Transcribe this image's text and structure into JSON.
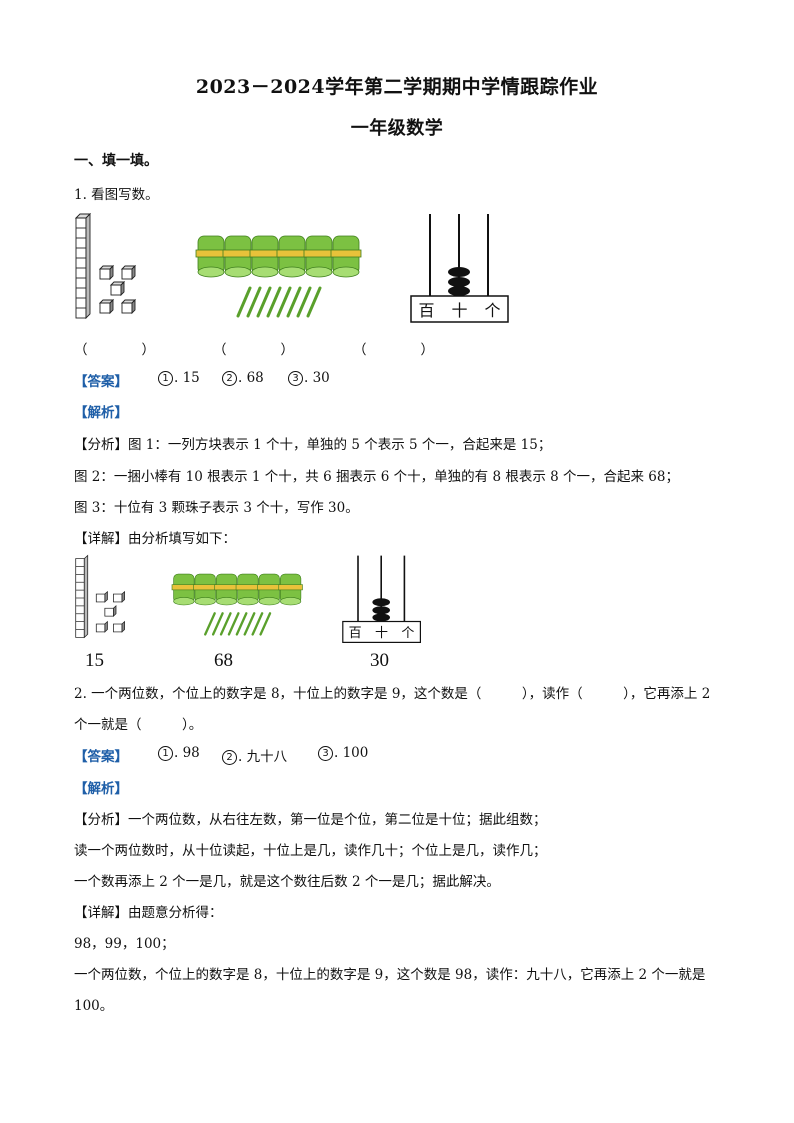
{
  "header": {
    "title": "2023－2024学年第二学期期中学情跟踪作业",
    "subtitle": "一年级数学"
  },
  "section1": {
    "heading": "一、填一填。"
  },
  "q1": {
    "stem": "1. 看图写数。",
    "blank": "（　　　　）",
    "abacus_labels": [
      "百",
      "十",
      "个"
    ],
    "answer_tag": "【答案】",
    "answers": [
      {
        "mark": "1",
        "value": ". 15"
      },
      {
        "mark": "2",
        "value": ". 68"
      },
      {
        "mark": "3",
        "value": ". 30"
      }
    ],
    "analysis_tag": "【解析】",
    "fenxi_tag": "【分析】",
    "fenxi_1": "图 1：一列方块表示 1 个十，单独的 5 个表示 5 个一，合起来是 15；",
    "fenxi_2": "图 2：一捆小棒有 10 根表示 1 个十，共 6 捆表示 6 个十，单独的有 8 根表示 8 个一，合起来 68；",
    "fenxi_3": "图 3：十位有 3 颗珠子表示 3 个十，写作 30。",
    "detail_tag": "【详解】",
    "detail_text": "由分析填写如下：",
    "filled_numbers": [
      "15",
      "68",
      "30"
    ],
    "blocks": {
      "tens": 1,
      "ones": 5
    },
    "sticks": {
      "bundles": 6,
      "singles": 8
    },
    "abacus": {
      "tens_beads": 3
    }
  },
  "q2": {
    "stem_1": "2. 一个两位数，个位上的数字是 8，十位上的数字是 9，这个数是（　　　），读作（　　　），它再添上 2",
    "stem_2": "个一就是（　　　）。",
    "answer_tag": "【答案】",
    "answers": [
      {
        "mark": "1",
        "value": ". 98"
      },
      {
        "mark": "2",
        "value": ". 九十八"
      },
      {
        "mark": "3",
        "value": ". 100"
      }
    ],
    "analysis_tag": "【解析】",
    "fenxi_tag": "【分析】",
    "fenxi_1": "一个两位数，从右往左数，第一位是个位，第二位是十位；据此组数；",
    "fenxi_2": "读一个两位数时，从十位读起，十位上是几，读作几十；个位上是几，读作几；",
    "fenxi_3": "一个数再添上 2 个一是几，就是这个数往后数 2 个一是几；据此解决。",
    "detail_tag": "【详解】",
    "detail_text": "由题意分析得：",
    "detail_2": "98，99，100；",
    "detail_3": "一个两位数，个位上的数字是 8，十位上的数字是 9，这个数是 98，读作：九十八，它再添上 2 个一就是",
    "detail_4": "100。"
  },
  "colors": {
    "accent_blue": "#1f5fa8",
    "stick_green": "#7cc142",
    "band_yellow": "#e8c23a"
  }
}
